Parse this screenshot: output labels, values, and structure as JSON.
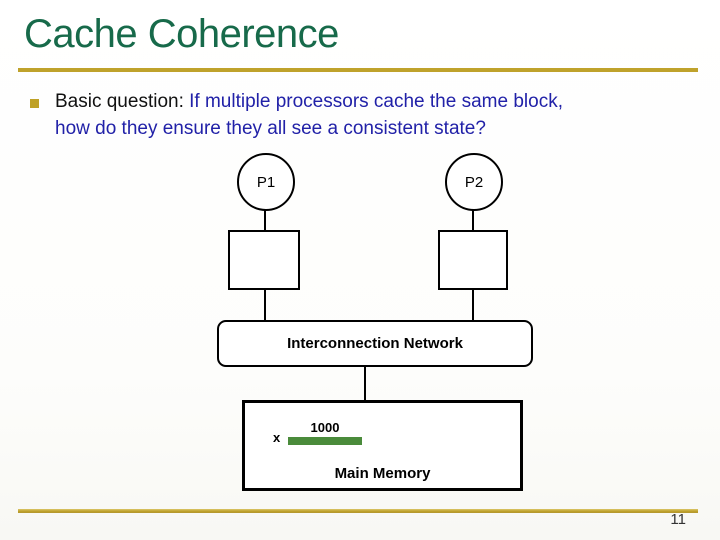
{
  "slide": {
    "title": "Cache Coherence",
    "page_number": "11"
  },
  "colors": {
    "title_green": "#176A4A",
    "rule_gold": "#BFA22B",
    "body_blue": "#2121A8",
    "bullet_gold": "#BFA126",
    "memory_bar_green": "#4A8B3B"
  },
  "bullet": {
    "prefix_black": "Basic question: ",
    "line1_blue": "If multiple processors cache the same block,",
    "line2_blue": "how do they ensure they all see a consistent state?"
  },
  "diagram": {
    "processor1_label": "P1",
    "processor2_label": "P2",
    "network_label": "Interconnection Network",
    "memory_label": "Main Memory",
    "memory_address_label": "x",
    "memory_value": "1000"
  }
}
